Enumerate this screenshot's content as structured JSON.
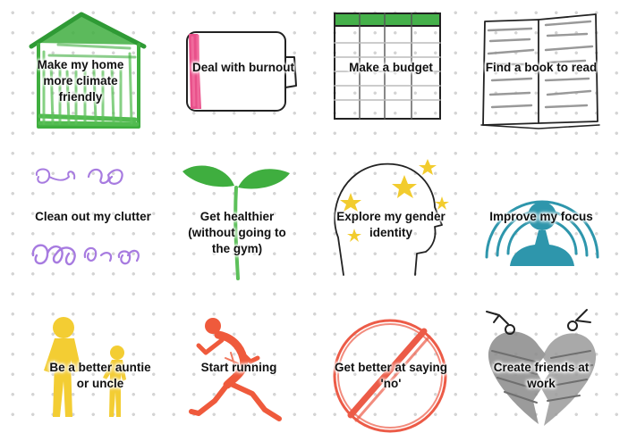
{
  "cards": [
    {
      "label": "Make my home more climate friendly",
      "icon": "house-icon",
      "color": "#3fae3f"
    },
    {
      "label": "Deal with burnout",
      "icon": "low-battery-icon",
      "color": "#e8508a"
    },
    {
      "label": "Make a budget",
      "icon": "spreadsheet-icon",
      "color": "#45b04a"
    },
    {
      "label": "Find a book to read",
      "icon": "open-book-icon",
      "color": "#222222"
    },
    {
      "label": "Clean out my clutter",
      "icon": "scribbles-icon",
      "color": "#a77be0"
    },
    {
      "label": "Get healthier (without going to the gym)",
      "icon": "sprout-icon",
      "color": "#3fae3f"
    },
    {
      "label": "Explore my gender identity",
      "icon": "head-stars-icon",
      "color": "#f2cc2e"
    },
    {
      "label": "Improve my focus",
      "icon": "focus-person-icon",
      "color": "#2e96ac"
    },
    {
      "label": "Be a better auntie or uncle",
      "icon": "adult-child-icon",
      "color": "#f3cd33"
    },
    {
      "label": "Start running",
      "icon": "runner-icon",
      "color": "#ef5a3c"
    },
    {
      "label": "Get better at saying 'no'",
      "icon": "no-sign-icon",
      "color": "#ec5b47"
    },
    {
      "label": "Create friends at work",
      "icon": "broken-heart-icon",
      "color": "#8a8a8a"
    }
  ]
}
